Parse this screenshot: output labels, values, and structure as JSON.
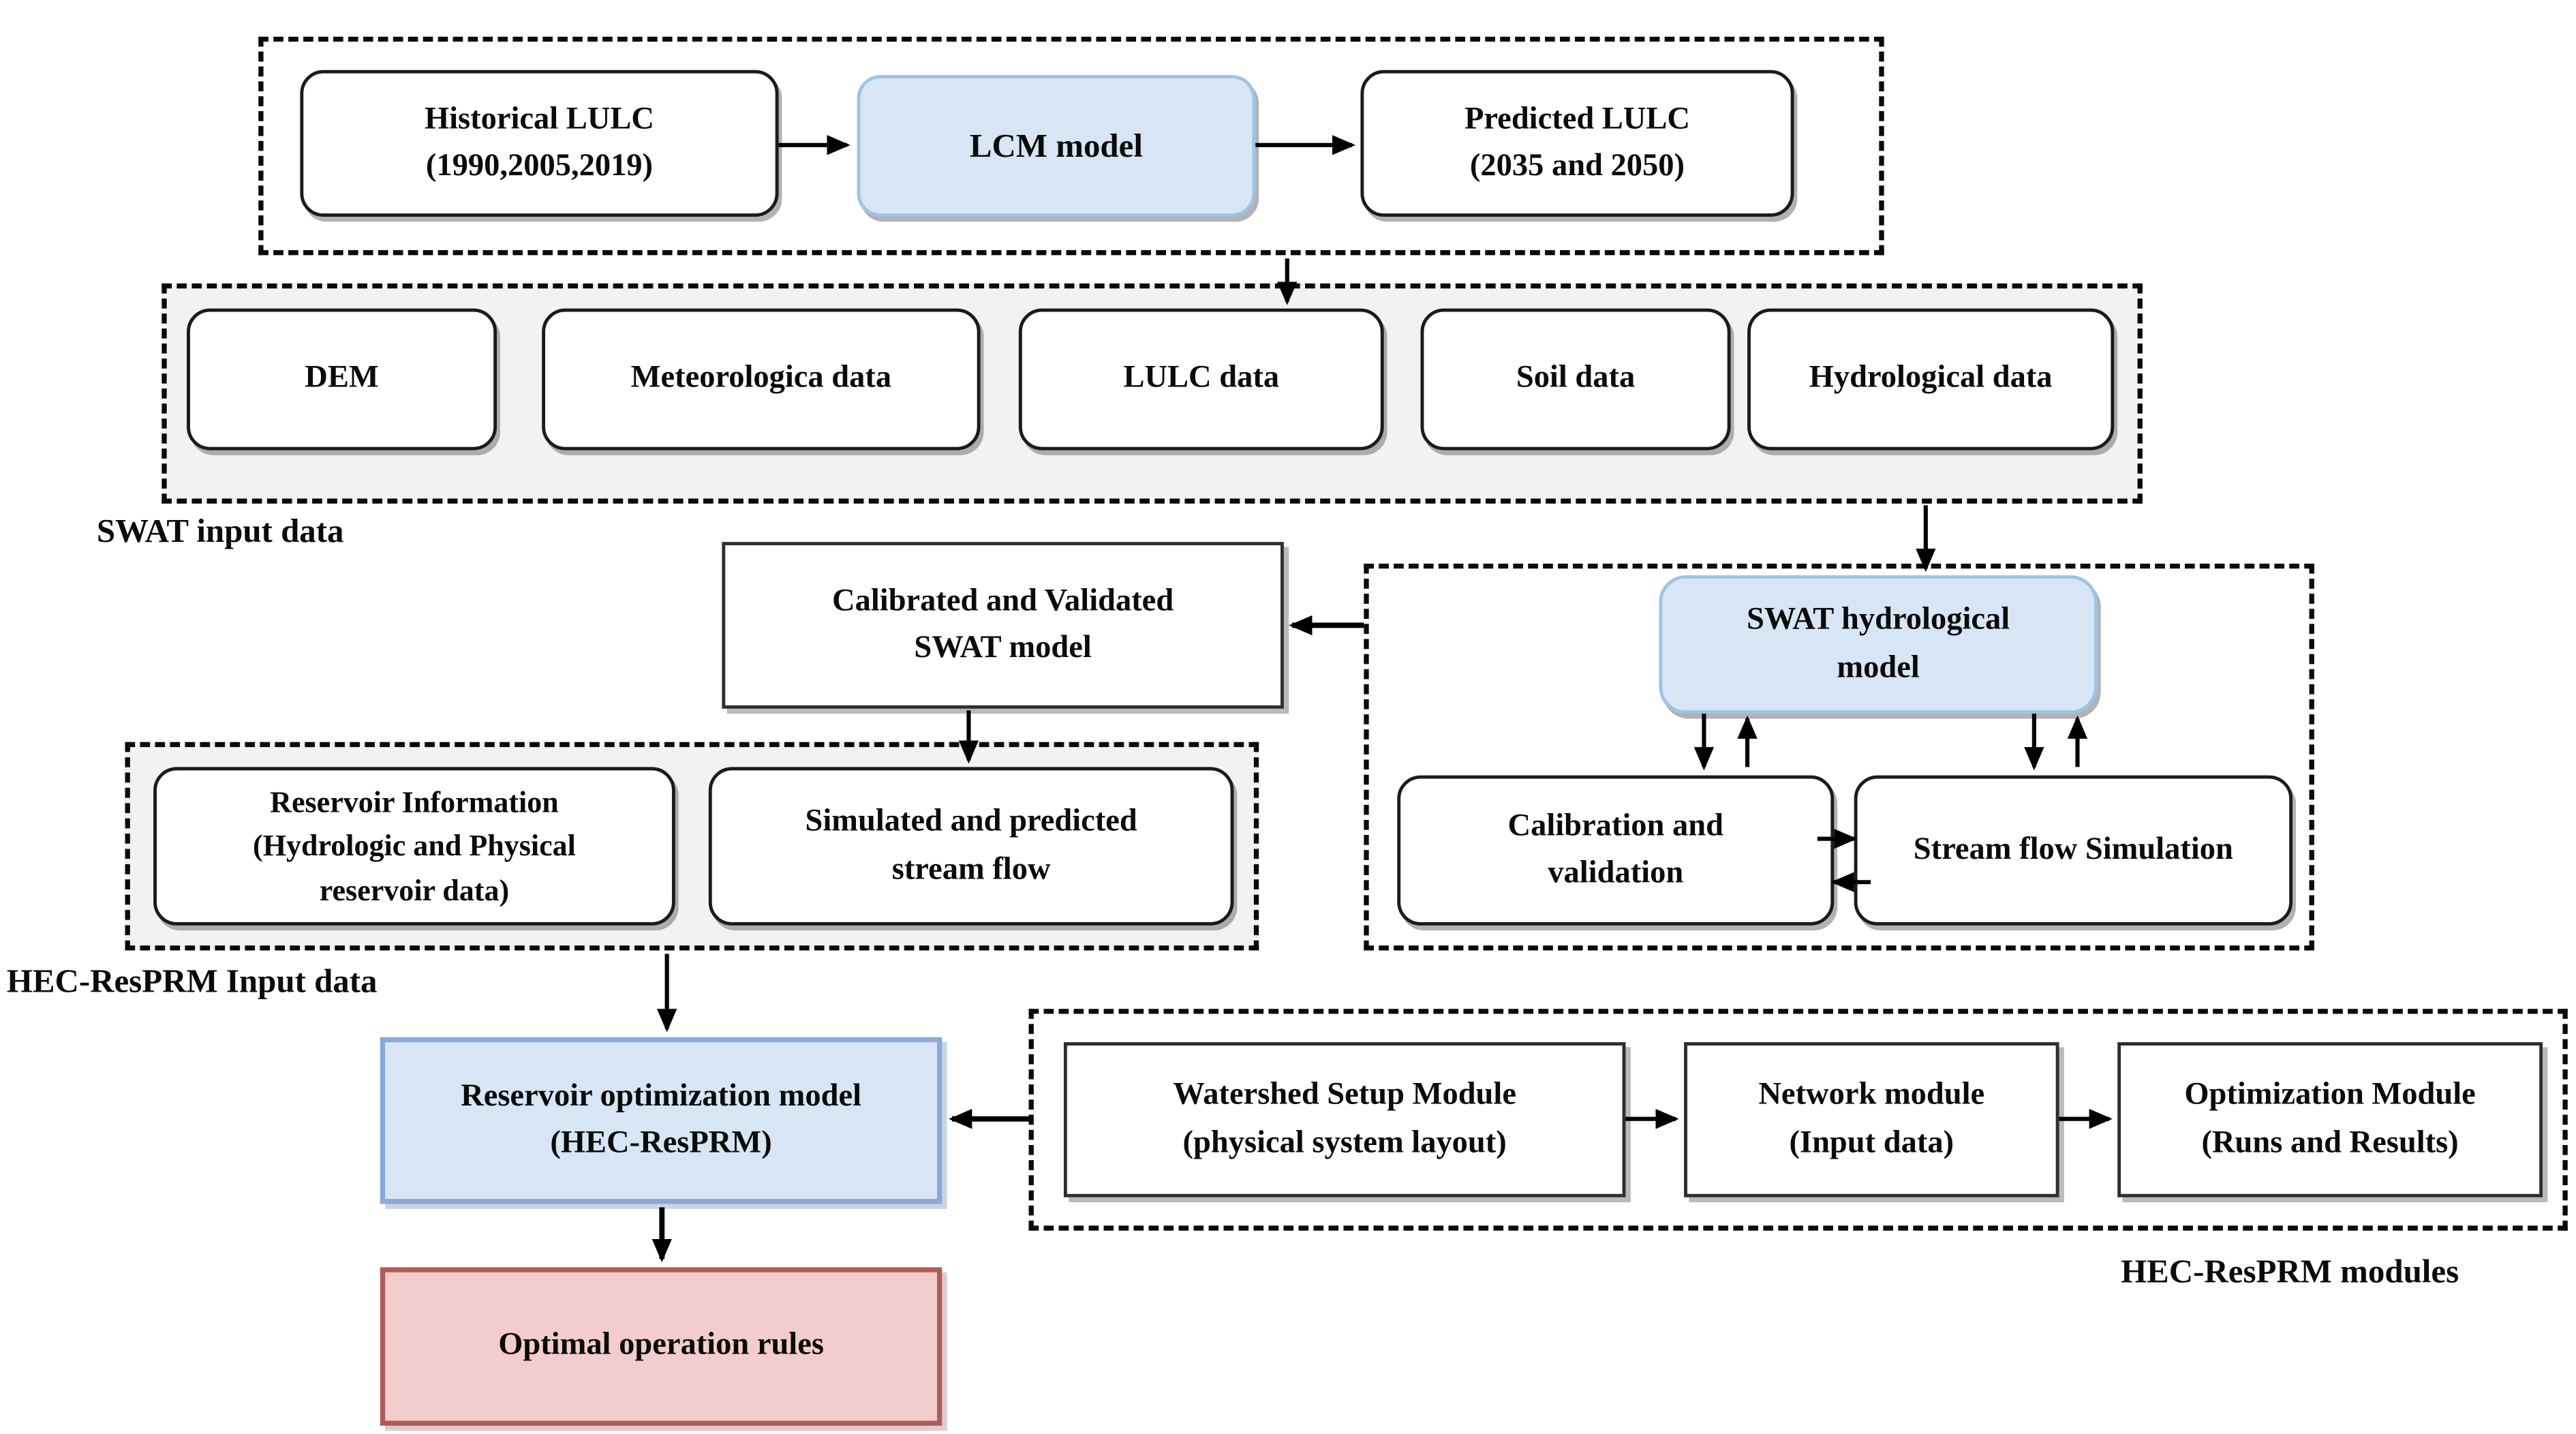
{
  "colors": {
    "blue_fill": "#d7e5f5",
    "blue_border": "#9ec3e6",
    "blue_border_strong": "#8aa8d8",
    "pink_fill": "#f3cdcd",
    "pink_border": "#b05b5b",
    "container_fill": "#f2f2f2"
  },
  "containers": {
    "swat_input": {
      "label": "SWAT input data"
    },
    "hec_input": {
      "label": "HEC-ResPRM Input data"
    },
    "hec_modules": {
      "label": "HEC-ResPRM modules"
    }
  },
  "nodes": {
    "historical_lulc": "Historical LULC\n(1990,2005,2019)",
    "lcm_model": "LCM model",
    "predicted_lulc": "Predicted LULC\n(2035 and 2050)",
    "dem": "DEM",
    "meteorological_data": "Meteorologica data",
    "lulc_data": "LULC data",
    "soil_data": "Soil data",
    "hydrological_data": "Hydrological data",
    "calibrated_swat": "Calibrated and Validated\nSWAT model",
    "swat_hydrological": "SWAT hydrological\nmodel",
    "calibration_validation": "Calibration and\nvalidation",
    "streamflow_simulation": "Stream flow Simulation",
    "reservoir_information": "Reservoir Information\n(Hydrologic and Physical\nreservoir data)",
    "simulated_streamflow": "Simulated and predicted\nstream flow",
    "reservoir_optimization": "Reservoir optimization model\n(HEC-ResPRM)",
    "watershed_setup": "Watershed Setup Module\n(physical system layout)",
    "network_module": "Network module\n(Input data)",
    "optimization_module": "Optimization Module\n(Runs and Results)",
    "optimal_rules": "Optimal operation rules"
  }
}
